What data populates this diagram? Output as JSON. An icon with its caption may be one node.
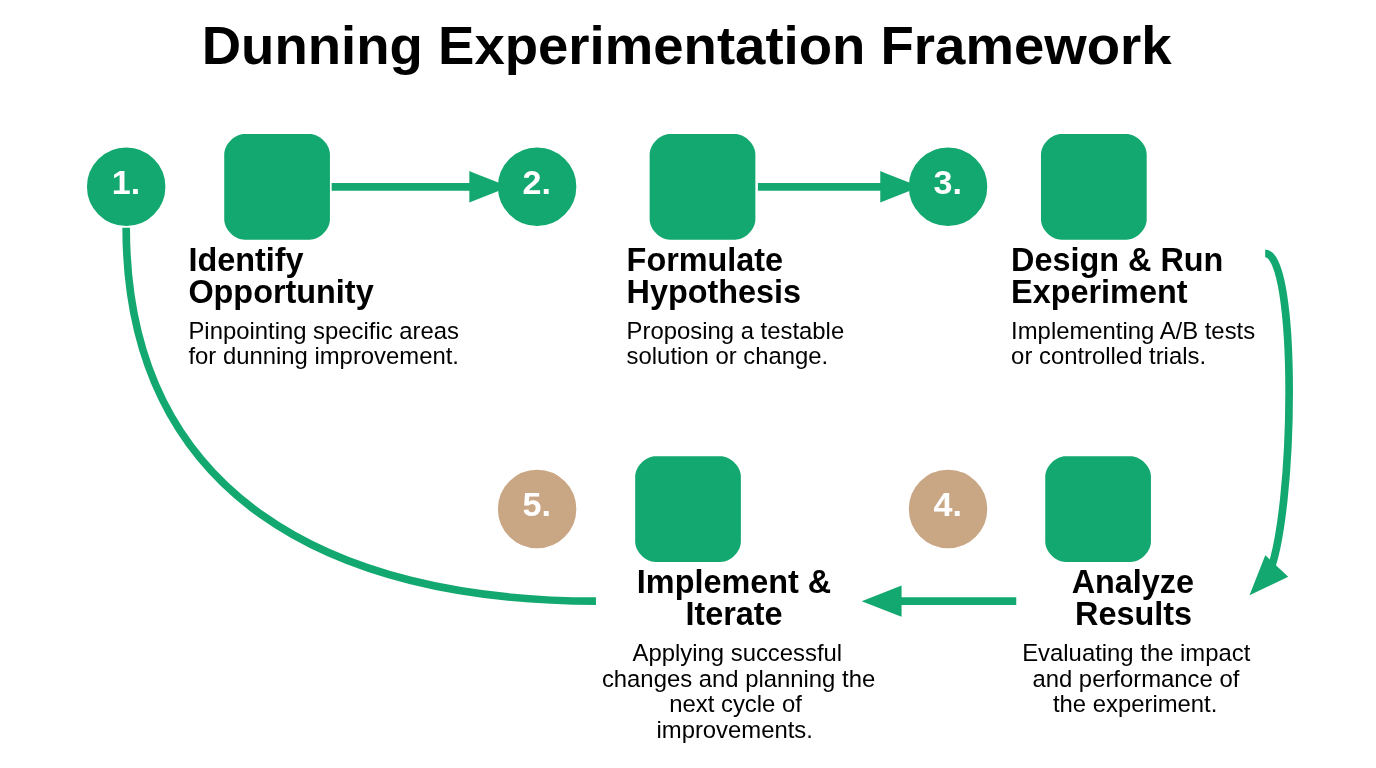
{
  "diagram": {
    "title": "Dunning Experimentation Framework",
    "nodes": [
      {
        "text": [
          "1."
        ]
      },
      {
        "text": [
          "Identify Opportunity",
          "Pinpointing specific areas for dunning improvement."
        ]
      },
      {
        "text": [
          "2."
        ]
      },
      {
        "text": [
          "Formulate Hypothesis",
          "Proposing a testable solution or change."
        ]
      },
      {
        "text": [
          "3."
        ]
      },
      {
        "text": [
          "Design & Run Experiment",
          "Implementing A/B tests or controlled trials."
        ]
      },
      {
        "text": [
          "5."
        ]
      },
      {
        "text": [
          "Implement & Iterate",
          "Applying successful changes and planning the next cycle of improvements."
        ]
      },
      {
        "text": [
          "4."
        ]
      },
      {
        "text": [
          "Analyze Results",
          "Evaluating the impact and performance of the experiment."
        ]
      }
    ],
    "edges": [
      {
        "from": 1,
        "to": 2,
        "arrow": "to"
      },
      {
        "from": 3,
        "to": 4,
        "arrow": "to"
      },
      {
        "from": 5,
        "to": 9,
        "arrow": "to"
      },
      {
        "from": 9,
        "to": 7,
        "arrow": "to"
      },
      {
        "from": 7,
        "to": 0,
        "arrow": "none"
      }
    ]
  }
}
